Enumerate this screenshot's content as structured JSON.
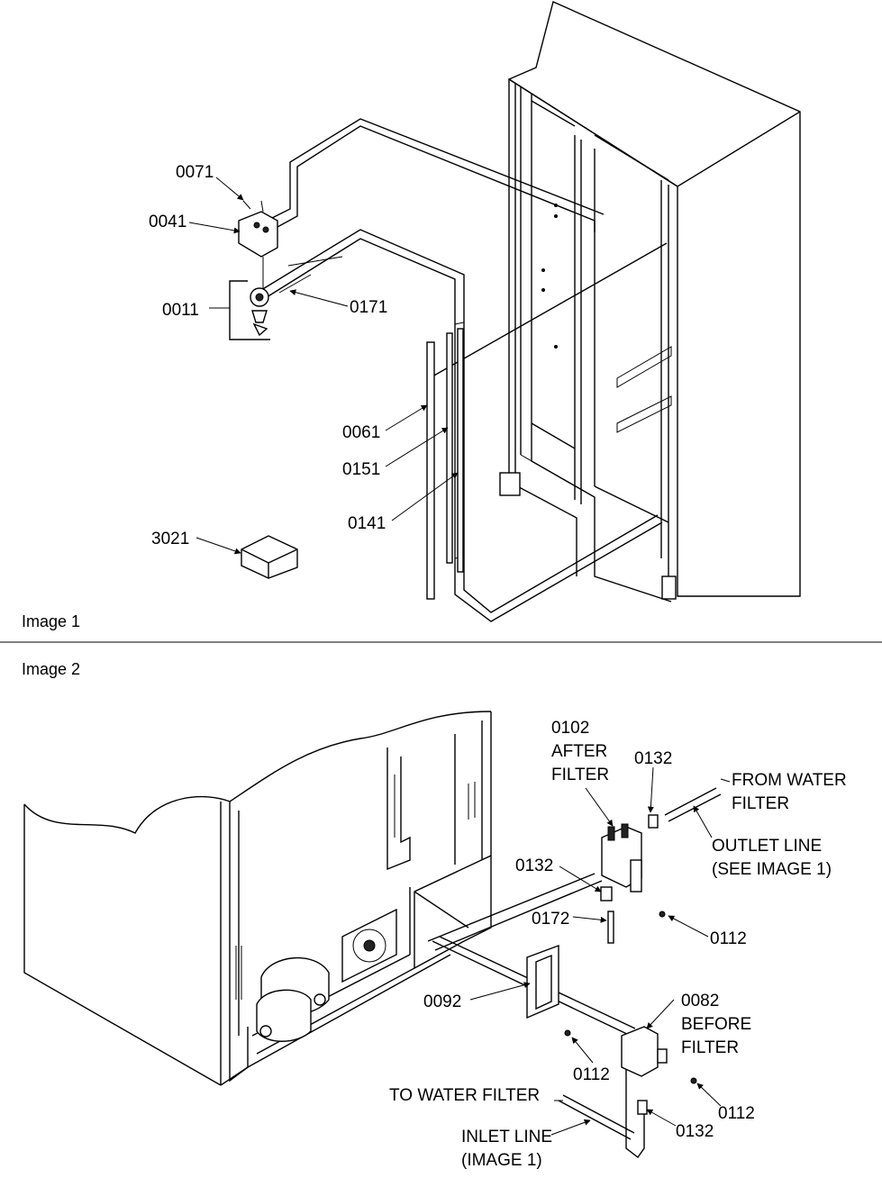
{
  "sections": [
    {
      "label": "Image 1"
    },
    {
      "label": "Image 2"
    }
  ],
  "image1_callouts": {
    "c0071": "0071",
    "c0041": "0041",
    "c0011": "0011",
    "c0171": "0171",
    "c0061": "0061",
    "c0151": "0151",
    "c0141": "0141",
    "c3021": "3021"
  },
  "image2_callouts": {
    "c0102_num": "0102",
    "c0102_l1": "AFTER",
    "c0102_l2": "FILTER",
    "c0132a": "0132",
    "from_l1": "FROM WATER",
    "from_l2": "FILTER",
    "outlet_l1": "OUTLET LINE",
    "outlet_l2": "(SEE IMAGE 1)",
    "c0132b": "0132",
    "c0172": "0172",
    "c0112a": "0112",
    "c0092": "0092",
    "c0082_num": "0082",
    "c0082_l1": "BEFORE",
    "c0082_l2": "FILTER",
    "c0112b": "0112",
    "c0112c": "0112",
    "to_filter": "TO WATER FILTER",
    "c0132c": "0132",
    "inlet_l1": "INLET LINE",
    "inlet_l2": "(IMAGE 1)"
  }
}
